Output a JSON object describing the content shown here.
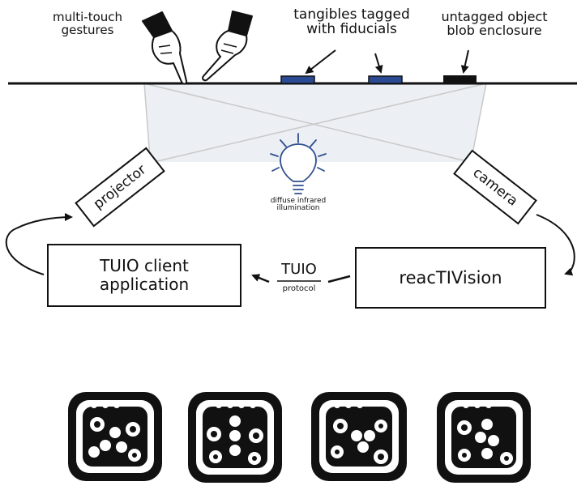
{
  "labels": {
    "multi_touch": "multi-touch\ngestures",
    "tangibles": "tangibles tagged\nwith fiducials",
    "untagged": "untagged object\nblob enclosure",
    "projector": "projector",
    "camera": "camera",
    "illumination": "diffuse infrared\nillumination",
    "tuio_client": "TUIO client\napplication",
    "reactivision": "reacTIVision",
    "tuio": "TUIO",
    "protocol": "protocol"
  },
  "colors": {
    "fiducial_blue": "#2a4a93",
    "bulb_blue": "#2f4f8f",
    "untagged_black": "#111111",
    "light_cone": "#eceff3"
  },
  "icons": [
    "pointing-hand-icon",
    "light-bulb-icon",
    "fiducial-marker-icon"
  ]
}
